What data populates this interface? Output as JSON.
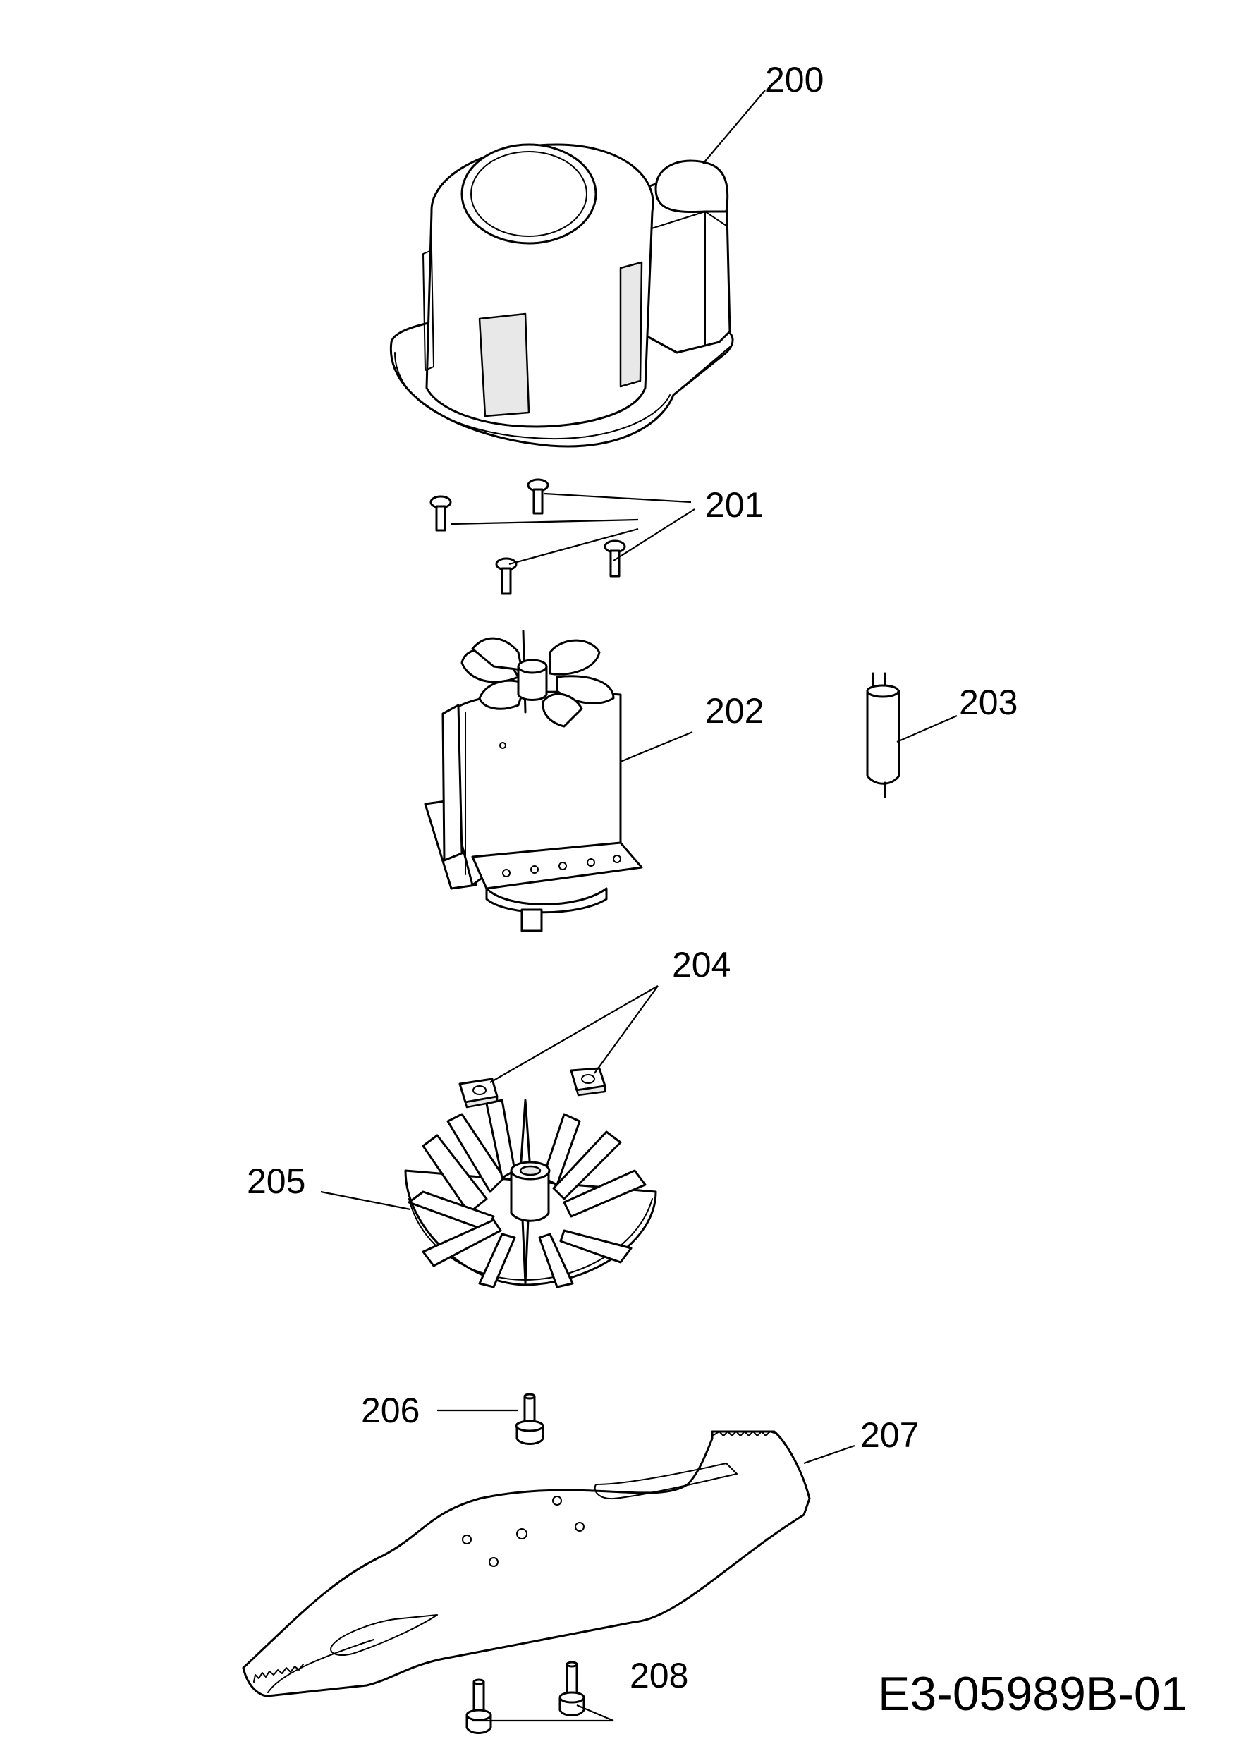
{
  "parts": [
    {
      "id": "200",
      "label": "200",
      "name": "motor-housing"
    },
    {
      "id": "201",
      "label": "201",
      "name": "screw-set"
    },
    {
      "id": "202",
      "label": "202",
      "name": "motor"
    },
    {
      "id": "203",
      "label": "203",
      "name": "capacitor"
    },
    {
      "id": "204",
      "label": "204",
      "name": "square-nut-set"
    },
    {
      "id": "205",
      "label": "205",
      "name": "fan"
    },
    {
      "id": "206",
      "label": "206",
      "name": "flange-bolt"
    },
    {
      "id": "207",
      "label": "207",
      "name": "blade"
    },
    {
      "id": "208",
      "label": "208",
      "name": "hex-bolt-set"
    }
  ],
  "document_code": "E3-05989B-01"
}
